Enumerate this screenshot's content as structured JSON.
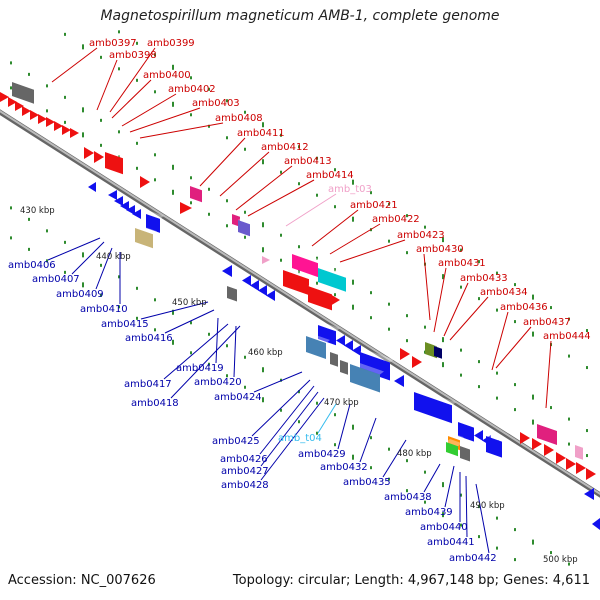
{
  "title": "Magnetospirillum magneticum AMB-1, complete genome",
  "footer": {
    "accession": "Accession: NC_007626",
    "topology": "Topology: circular; Length: 4,967,148 bp; Genes: 4,611"
  },
  "colors": {
    "forward_gene": "#ee1111",
    "reverse_gene": "#1111ee",
    "forward_label": "#cc0000",
    "reverse_label": "#0000aa",
    "trna_label_fwd": "#f0a0c8",
    "trna_label_rev": "#33bbee",
    "backbone": "#888888",
    "tick": "#228b22"
  },
  "ticks": [
    "430 kbp",
    "440 kbp",
    "450 kbp",
    "460 kbp",
    "470 kbp",
    "480 kbp",
    "490 kbp",
    "500 kbp"
  ],
  "labels_forward": [
    "amb0397",
    "amb0399",
    "amb0398",
    "amb0400",
    "amb0402",
    "amb0403",
    "amb0408",
    "amb0411",
    "amb0412",
    "amb0413",
    "amb0414",
    "amb_t03",
    "amb0421",
    "amb0422",
    "amb0423",
    "amb0430",
    "amb0431",
    "amb0433",
    "amb0434",
    "amb0436",
    "amb0437",
    "amb0444"
  ],
  "labels_reverse": [
    "amb0406",
    "amb0407",
    "amb0409",
    "amb0410",
    "amb0415",
    "amb0416",
    "amb0419",
    "amb0417",
    "amb0420",
    "amb0418",
    "amb0424",
    "amb0425",
    "amb_t04",
    "amb0426",
    "amb0429",
    "amb0427",
    "amb0428",
    "amb0432",
    "amb0435",
    "amb0438",
    "amb0439",
    "amb0440",
    "amb0441",
    "amb0442"
  ]
}
